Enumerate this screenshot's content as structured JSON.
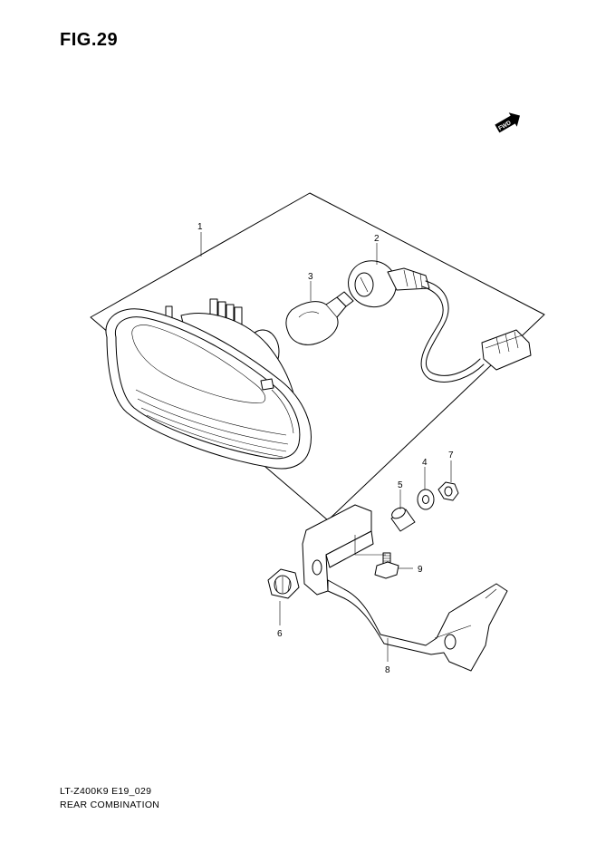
{
  "figure": {
    "title": "FIG.29",
    "code": "LT-Z400K9 E19_029",
    "name": "REAR COMBINATION"
  },
  "fwd_badge": "FWD",
  "callouts": [
    "1",
    "2",
    "3",
    "4",
    "5",
    "6",
    "7",
    "8",
    "9"
  ]
}
